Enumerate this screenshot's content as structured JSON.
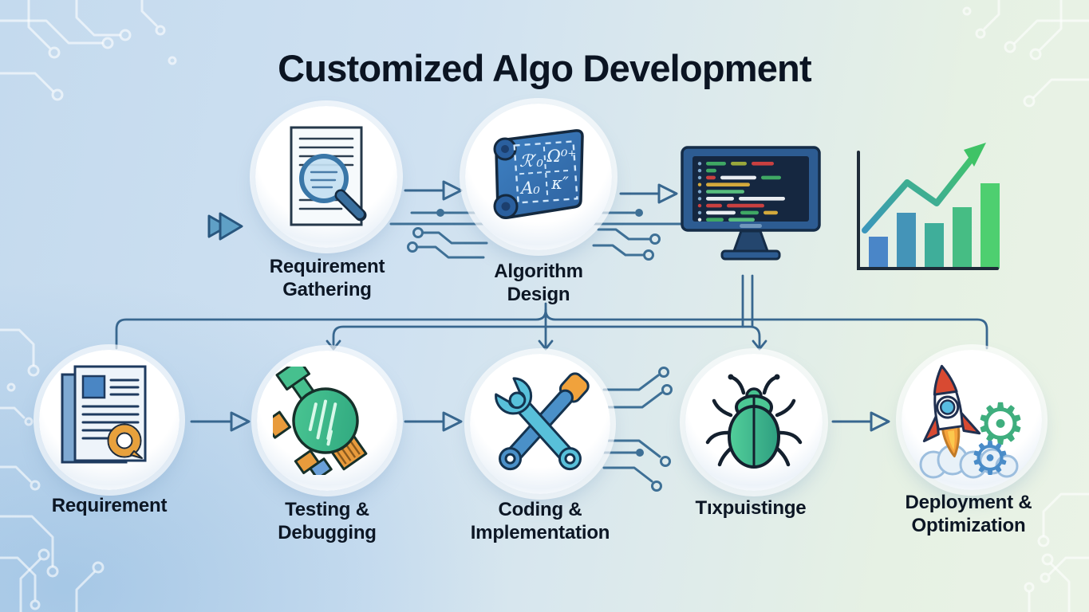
{
  "title": "Customized Algo Development",
  "flow": {
    "top_steps": [
      {
        "label": "Requirement\nGathering",
        "icon": "document-search-icon"
      },
      {
        "label": "Algorithm\nDesign",
        "icon": "formula-scroll-icon"
      },
      {
        "label": "",
        "icon": "code-monitor-icon"
      },
      {
        "label": "",
        "icon": "growth-chart-icon"
      }
    ],
    "bottom_steps": [
      {
        "label": "Requirement",
        "icon": "documents-review-icon"
      },
      {
        "label": "Testing &\nDebugging",
        "icon": "circuit-tester-icon"
      },
      {
        "label": "Coding &\nImplementation",
        "icon": "crossed-tools-icon"
      },
      {
        "label": "Tıxpuistinge",
        "icon": "bug-icon"
      },
      {
        "label": "Deployment &\nOptimization",
        "icon": "rocket-gears-icon"
      }
    ]
  },
  "scroll_formulas": [
    "ℛ′₀",
    "Ω⁰⁺",
    "A₀",
    "κ″"
  ],
  "monitor": {
    "code_rows": [
      {
        "dot": "#7fa8cc",
        "bars": [
          {
            "c": "#3fa864",
            "w": 25
          },
          {
            "c": "#9aa83c",
            "w": 20
          },
          {
            "c": "#c94040",
            "w": 28
          }
        ]
      },
      {
        "dot": "#7fa8cc",
        "bars": [
          {
            "c": "#3fa864",
            "w": 13
          }
        ]
      },
      {
        "dot": "#7fa8cc",
        "bars": [
          {
            "c": "#c94040",
            "w": 12
          },
          {
            "c": "#e9edf2",
            "w": 45
          },
          {
            "c": "#3fa864",
            "w": 25
          }
        ]
      },
      {
        "dot": "#d3a93c",
        "bars": [
          {
            "c": "#d3a93c",
            "w": 55
          }
        ]
      },
      {
        "dot": "#7fa8cc",
        "bars": [
          {
            "c": "#58bd7e",
            "w": 48
          }
        ]
      },
      {
        "dot": "#7fa8cc",
        "bars": [
          {
            "c": "#e9edf2",
            "w": 35
          },
          {
            "c": "#e9edf2",
            "w": 58
          }
        ]
      },
      {
        "dot": "#c94040",
        "bars": [
          {
            "c": "#c94040",
            "w": 20
          },
          {
            "c": "#c94040",
            "w": 47
          }
        ]
      },
      {
        "dot": "#7fa8cc",
        "bars": [
          {
            "c": "#e9edf2",
            "w": 37
          },
          {
            "c": "#3fa864",
            "w": 23
          },
          {
            "c": "#d3a93c",
            "w": 18
          }
        ]
      },
      {
        "dot": "#e9edf2",
        "bars": [
          {
            "c": "#3fa864",
            "w": 22
          },
          {
            "c": "#58bd7e",
            "w": 33
          }
        ]
      }
    ]
  },
  "growth_chart": {
    "type": "bar",
    "bar_values": [
      40,
      70,
      57,
      77,
      107
    ],
    "bar_colors": [
      "#4a86c8",
      "#4494b8",
      "#3fae9a",
      "#46bd84",
      "#4ecf70"
    ],
    "trend_line": [
      [
        16,
        118
      ],
      [
        69,
        58
      ],
      [
        106,
        84
      ],
      [
        158,
        18
      ]
    ],
    "trend_color_start": "#3a96bc",
    "trend_color_end": "#42c766"
  },
  "colors": {
    "background_blue": "#c4daee",
    "background_green": "#eaf3e6",
    "connector": "#38678f",
    "circuit_trace": "#3e7096",
    "title_text": "#0b1422",
    "label_text": "#0c1624"
  }
}
